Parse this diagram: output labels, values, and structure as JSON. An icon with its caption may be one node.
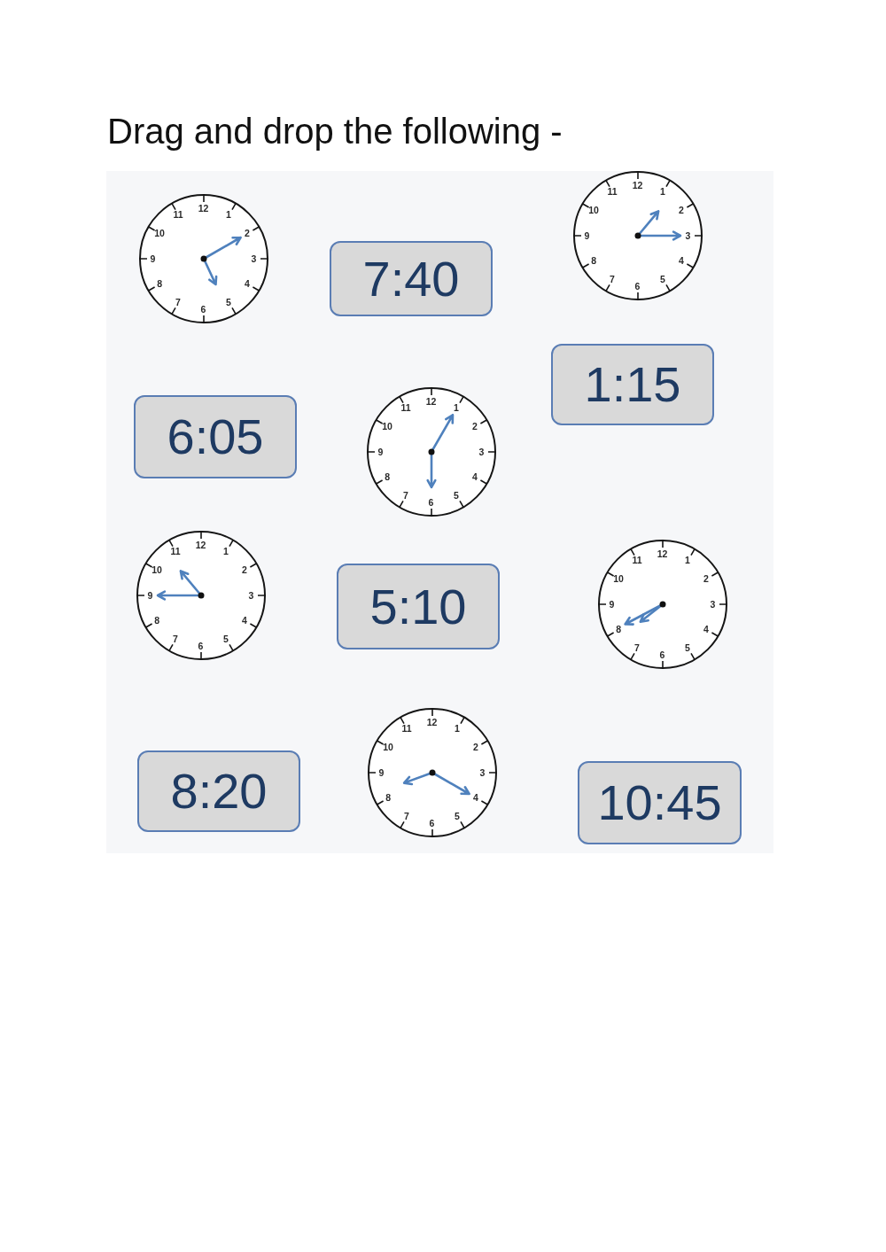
{
  "diagram": {
    "title": "Drag and drop the following -",
    "nodes": [
      {
        "text": [
          "12",
          "1",
          "2",
          "3",
          "4",
          "5",
          "6",
          "7",
          "8",
          "9",
          "10",
          "11"
        ]
      },
      {
        "text": [
          "7:40"
        ]
      },
      {
        "text": [
          "12",
          "1",
          "2",
          "3",
          "4",
          "5",
          "6",
          "7",
          "8",
          "9",
          "10",
          "11"
        ]
      },
      {
        "text": [
          "6:05"
        ]
      },
      {
        "text": [
          "12",
          "1",
          "2",
          "3",
          "4",
          "5",
          "6",
          "7",
          "8",
          "9",
          "10",
          "11"
        ]
      },
      {
        "text": [
          "1:15"
        ]
      },
      {
        "text": [
          "12",
          "1",
          "2",
          "3",
          "4",
          "5",
          "6",
          "7",
          "8",
          "9",
          "10",
          "11"
        ]
      },
      {
        "text": [
          "5:10"
        ]
      },
      {
        "text": [
          "12",
          "1",
          "2",
          "3",
          "4",
          "5",
          "6",
          "7",
          "8",
          "9",
          "10",
          "11"
        ]
      },
      {
        "text": [
          "8:20"
        ]
      },
      {
        "text": [
          "12",
          "1",
          "2",
          "3",
          "4",
          "5",
          "6",
          "7",
          "8",
          "9",
          "10",
          "11"
        ]
      },
      {
        "text": [
          "10:45"
        ]
      }
    ]
  }
}
